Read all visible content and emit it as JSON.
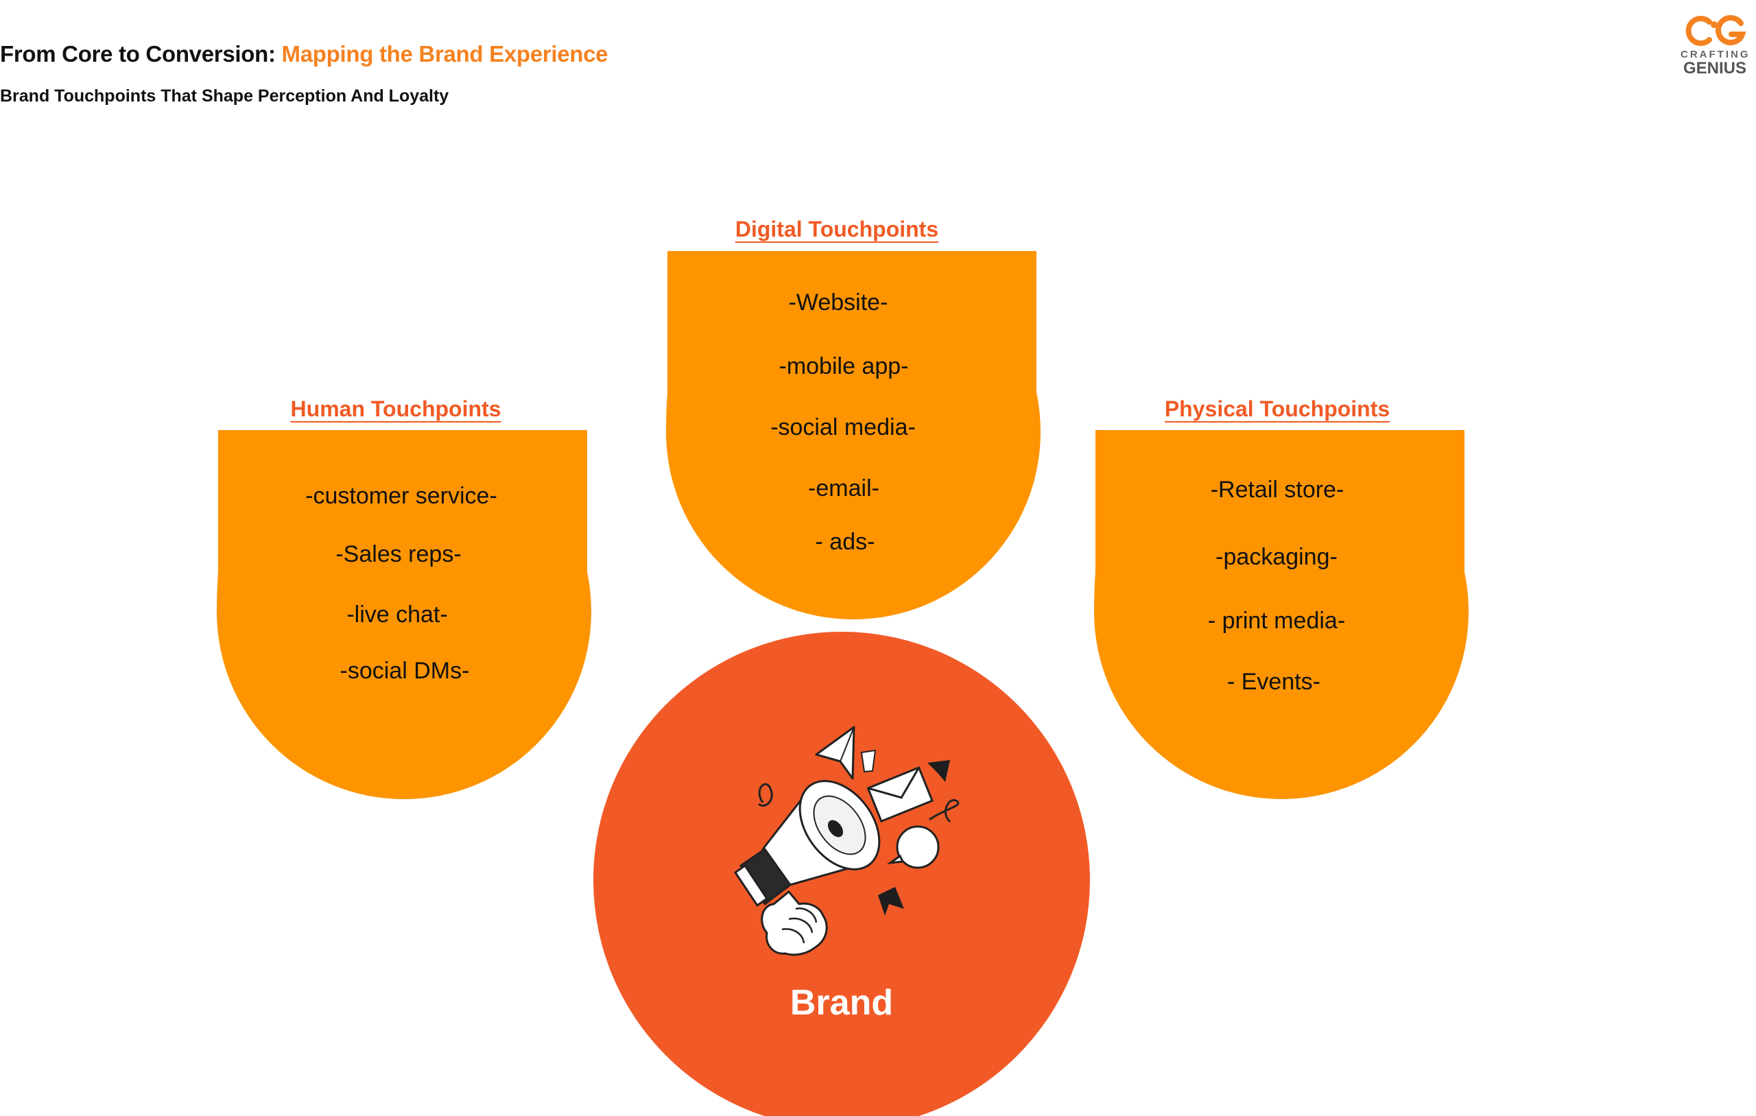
{
  "header": {
    "title_prefix": "From Core to Conversion:",
    "title_accent": "Mapping the Brand Experience",
    "subtitle": "Brand Touchpoints That Shape Perception And Loyalty"
  },
  "logo": {
    "mark": "CG",
    "line1": "CRAFTING",
    "line2": "GENIUS"
  },
  "colors": {
    "accent": "#f58220",
    "shape_fill": "#fd9400",
    "brand_fill": "#f15a27",
    "label": "#f15a24"
  },
  "touchpoints": {
    "human": {
      "label": "Human Touchpoints",
      "items": [
        "-customer service-",
        "-Sales reps-",
        "-live chat-",
        "-social DMs-"
      ]
    },
    "digital": {
      "label": "Digital Touchpoints",
      "items": [
        "-Website-",
        "-mobile app-",
        "-social media-",
        "-email-",
        "- ads-"
      ]
    },
    "physical": {
      "label": "Physical Touchpoints",
      "items": [
        "-Retail store-",
        "-packaging-",
        "- print media-",
        "- Events-"
      ]
    }
  },
  "brand": {
    "label": "Brand",
    "icon": "megaphone-icon"
  }
}
